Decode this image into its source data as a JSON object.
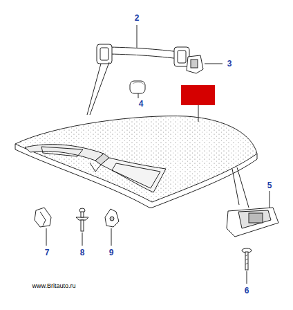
{
  "diagram": {
    "labels": [
      "2",
      "3",
      "4",
      "5",
      "6",
      "7",
      "8",
      "9",
      "www.Britauto.ru"
    ]
  }
}
